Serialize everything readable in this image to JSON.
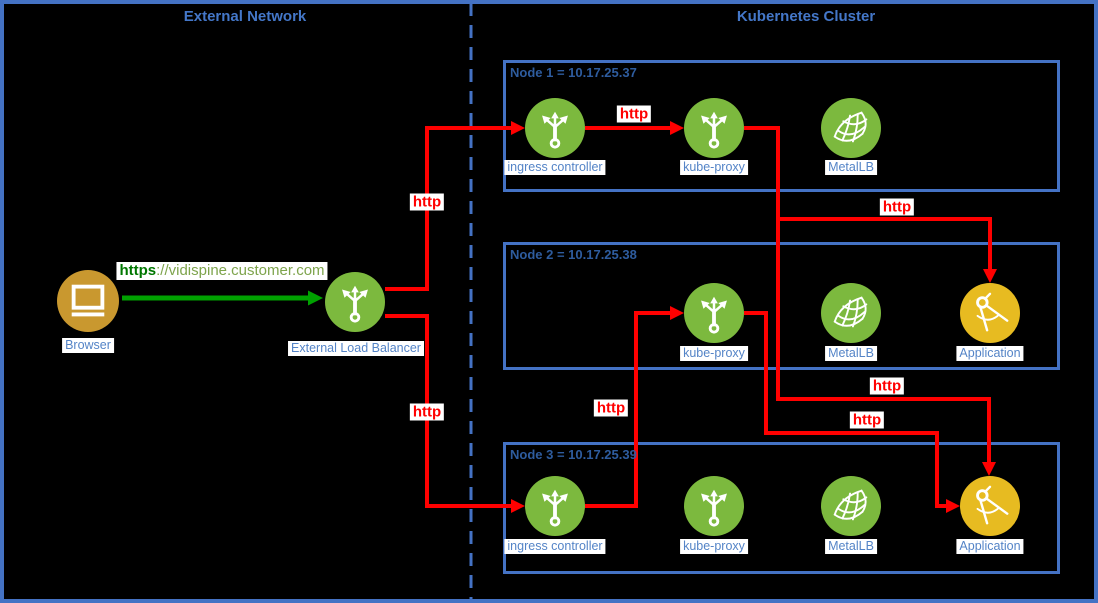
{
  "titles": {
    "left": "External Network",
    "right": "Kubernetes Cluster"
  },
  "external": {
    "browser_label": "Browser",
    "elb_label": "External Load Balancer",
    "url_bold": "https",
    "url_rest": "://vidispine.customer.com"
  },
  "labels": {
    "http": "http"
  },
  "nodes": [
    {
      "title": "Node 1 = 10.17.25.37",
      "items": [
        "ingress controller",
        "kube-proxy",
        "MetalLB"
      ]
    },
    {
      "title": "Node 2 = 10.17.25.38",
      "items": [
        "kube-proxy",
        "MetalLB",
        "Application"
      ]
    },
    {
      "title": "Node 3 = 10.17.25.39",
      "items": [
        "ingress controller",
        "kube-proxy",
        "MetalLB",
        "Application"
      ]
    }
  ],
  "colors": {
    "background": "#000000",
    "border_blue": "#4472C4",
    "node_title_blue": "#2E5C9E",
    "label_blue": "#5484C7",
    "arrow_red": "#FF0000",
    "node_green": "#7CB93E",
    "arrow_green": "#00A100",
    "url_green_bold": "#007700",
    "url_green": "#7EA44C",
    "browser_gold": "#C9982F",
    "application_yellow": "#E7BB21"
  }
}
